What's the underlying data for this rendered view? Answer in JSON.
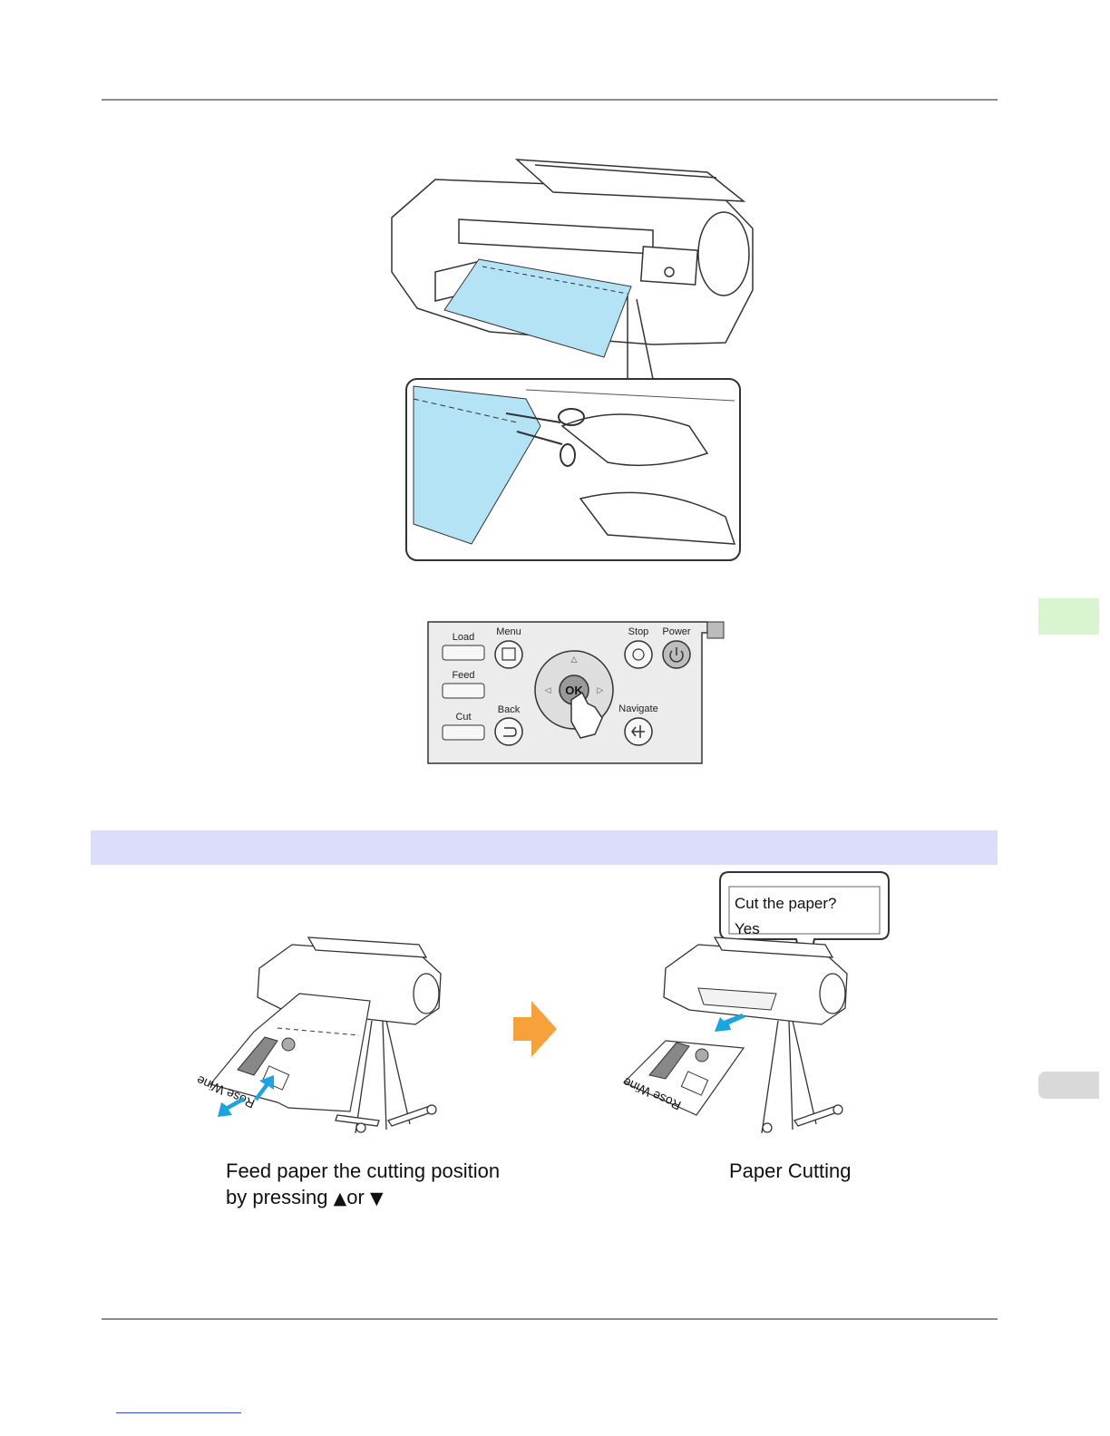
{
  "panel": {
    "load_label": "Load",
    "feed_label": "Feed",
    "cut_label": "Cut",
    "menu_label": "Menu",
    "back_label": "Back",
    "stop_label": "Stop",
    "power_label": "Power",
    "navigate_label": "Navigate",
    "ok_label": "OK"
  },
  "feed_illustration": {
    "paper_text": "Rose Wine",
    "caption_line1": "Feed paper the cutting position",
    "caption_line2_pre": "by pressing",
    "up_glyph": "▲",
    "or_word": "or",
    "down_glyph": "▼"
  },
  "cut_illustration": {
    "bubble_line1": "Cut the paper?",
    "bubble_line2": "Yes",
    "paper_text": "Rose Wine",
    "caption": "Paper Cutting"
  },
  "colors": {
    "paper_blue": "#b3e3f5",
    "arrow_blue": "#1aa4e0",
    "arrow_orange": "#f7a13a",
    "section_band": "#dcdcfb",
    "side_tab_green": "#d9f5d0"
  }
}
